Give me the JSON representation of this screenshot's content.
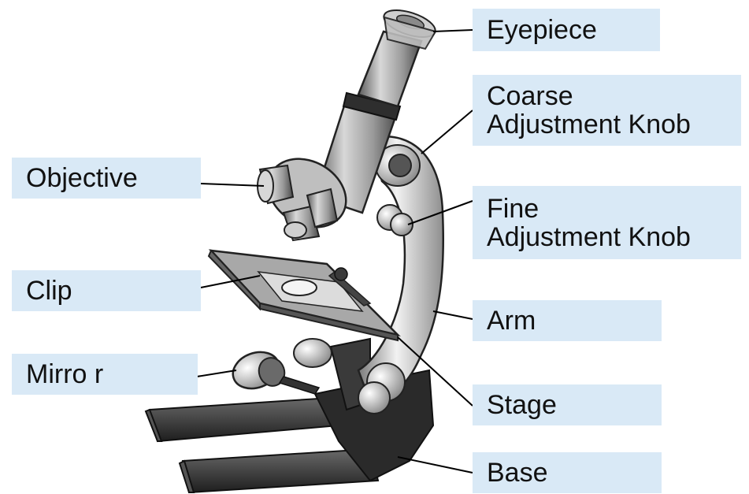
{
  "labels": {
    "eyepiece": "Eyepiece",
    "coarse_line1": "Coarse",
    "coarse_line2": "Adjustment Knob",
    "fine_line1": "Fine",
    "fine_line2": "Adjustment Knob",
    "arm": "Arm",
    "stage": "Stage",
    "base": "Base",
    "objective": "Objective",
    "clip": "Clip",
    "mirror": "Mirro r"
  },
  "colors": {
    "label_background": "#d9e9f6",
    "label_text": "#111111",
    "leader_line": "#000000",
    "metal_light": "#e6e6e6",
    "metal_mid": "#a9a9a9",
    "metal_dark": "#3a3a3a",
    "base_dark": "#2b2b2b"
  }
}
